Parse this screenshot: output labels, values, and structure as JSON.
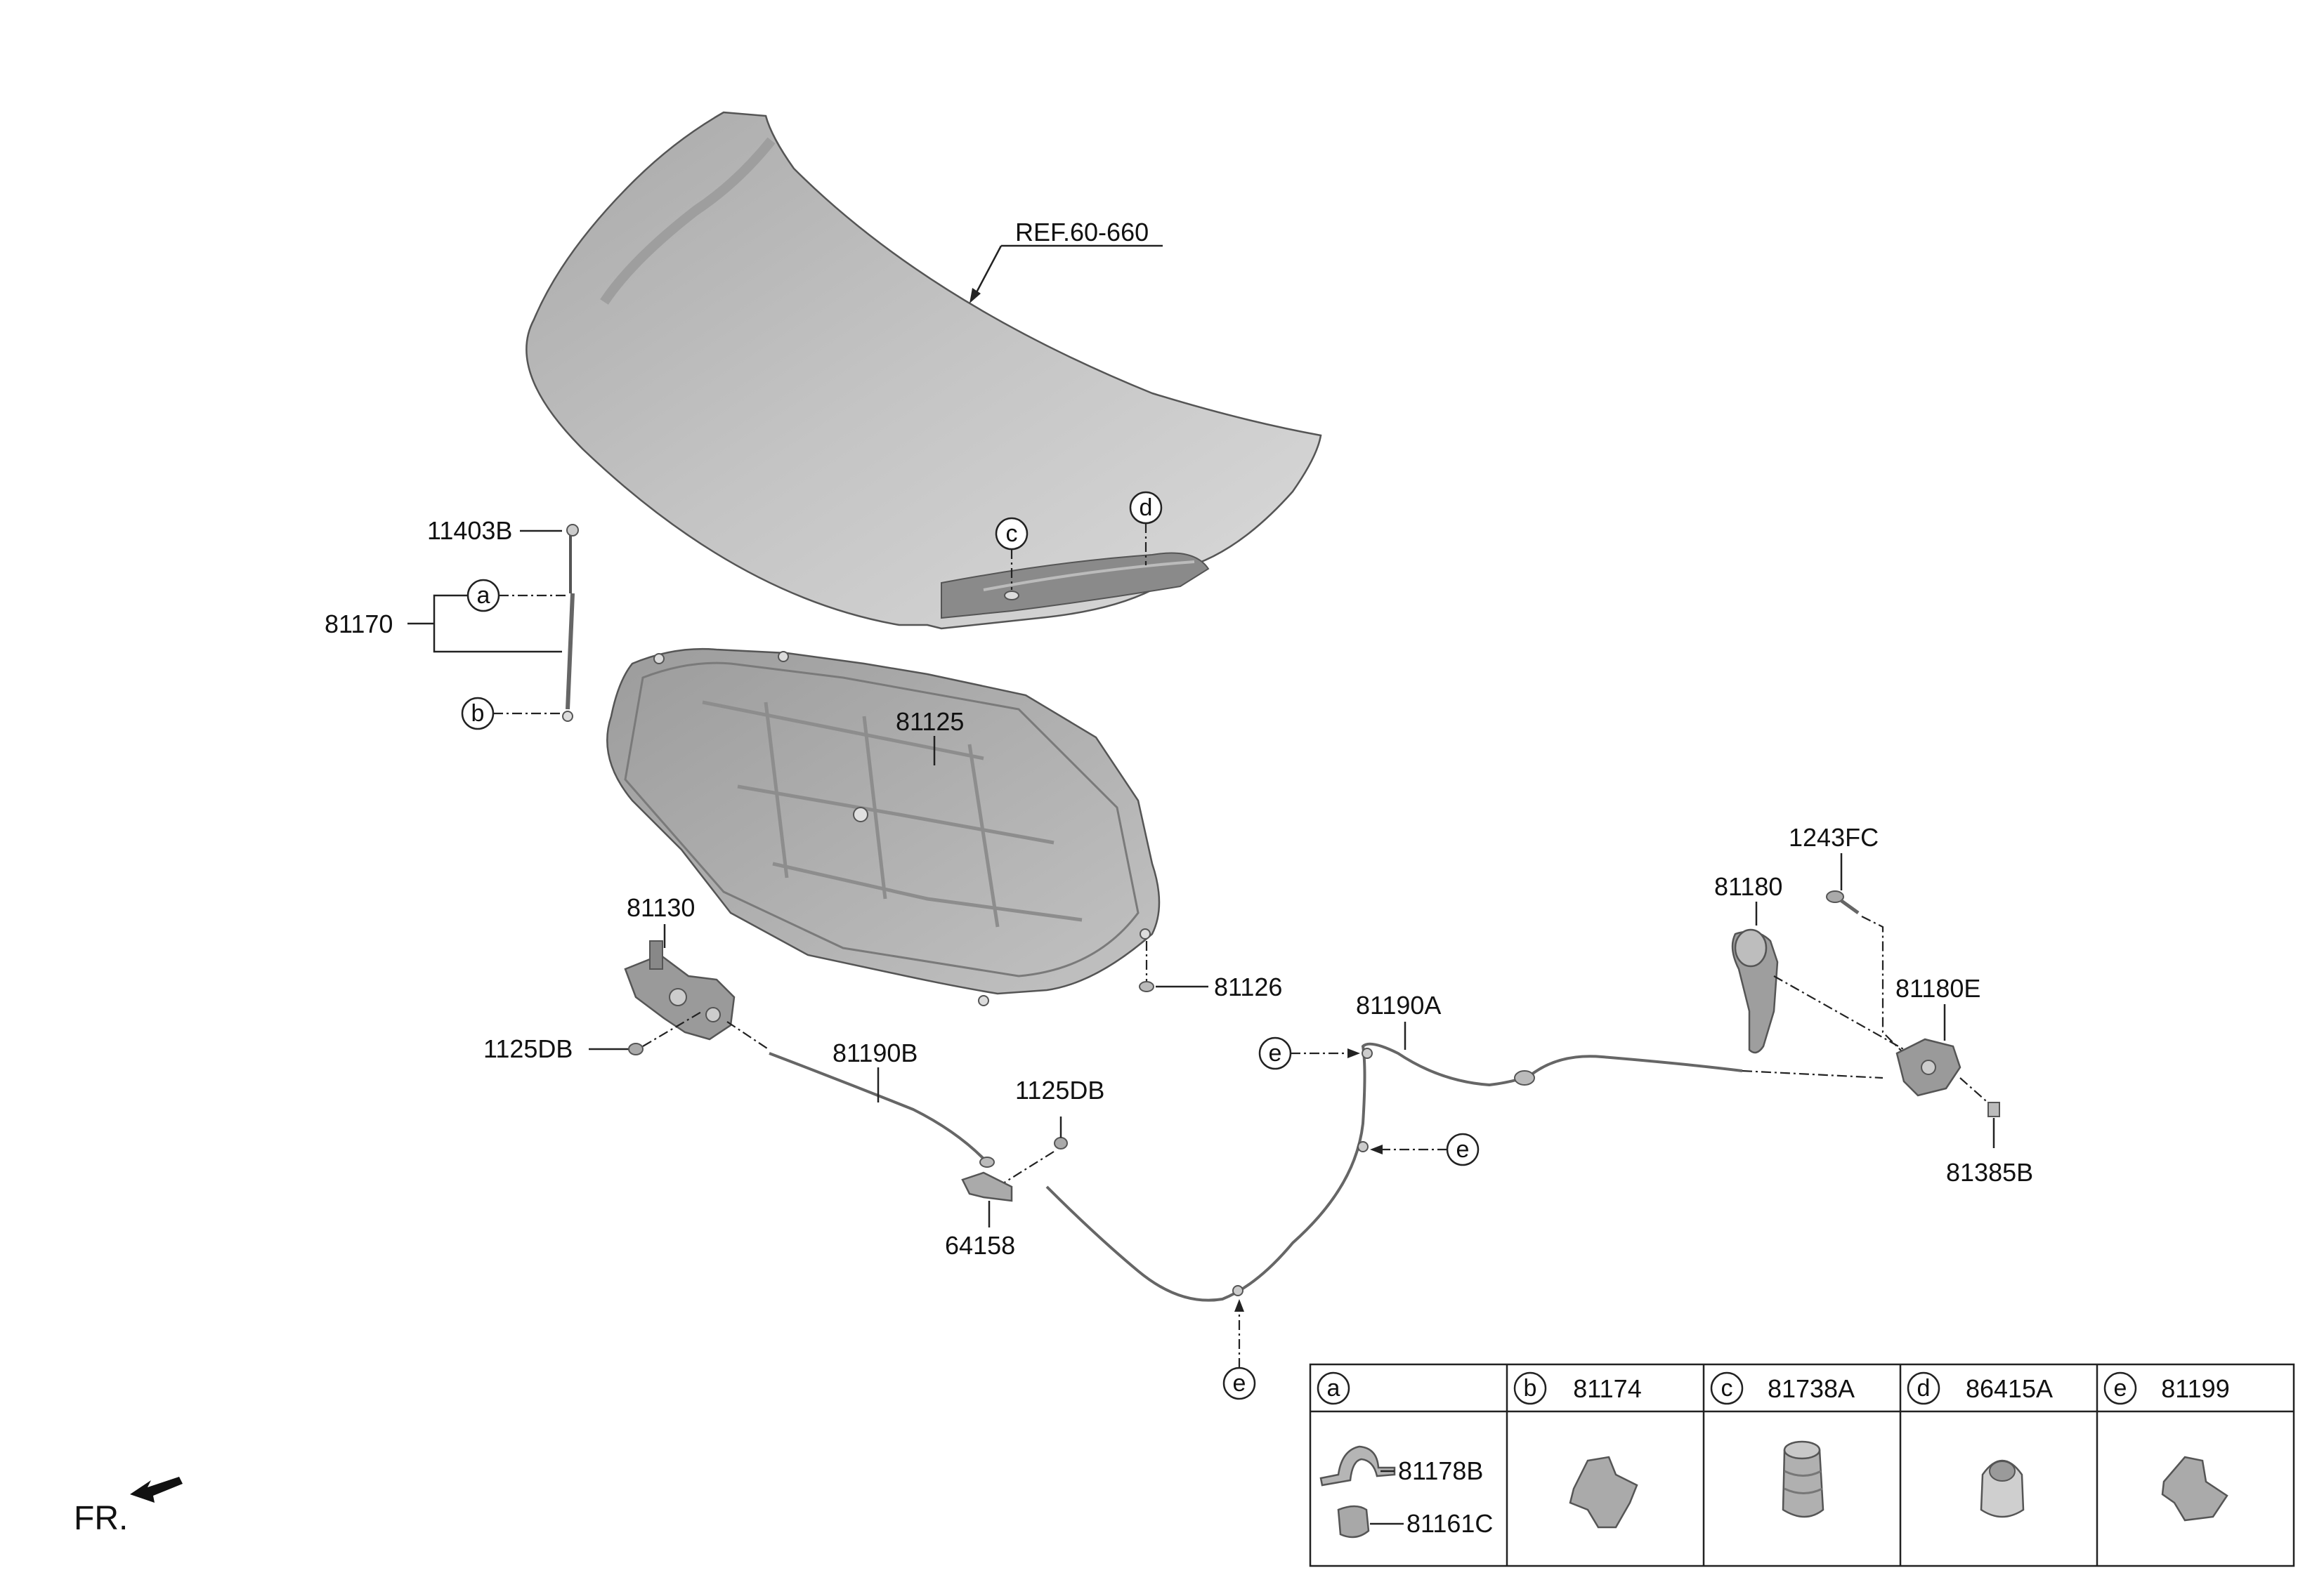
{
  "labels": {
    "ref": "REF.60-660",
    "p11403B": "11403B",
    "p81170": "81170",
    "p81125": "81125",
    "p81130": "81130",
    "p1125DB_left": "1125DB",
    "p81190B": "81190B",
    "p1125DB_right": "1125DB",
    "p64158": "64158",
    "p81126": "81126",
    "p81190A": "81190A",
    "p1243FC": "1243FC",
    "p81180": "81180",
    "p81180E": "81180E",
    "p81385B": "81385B",
    "fr": "FR."
  },
  "callouts": {
    "a": "a",
    "b": "b",
    "c": "c",
    "d": "d",
    "e": "e"
  },
  "legend": {
    "cells": [
      {
        "letter": "a",
        "part": ""
      },
      {
        "letter": "b",
        "part": "81174"
      },
      {
        "letter": "c",
        "part": "81738A"
      },
      {
        "letter": "d",
        "part": "86415A"
      },
      {
        "letter": "e",
        "part": "81199"
      }
    ],
    "a_parts": [
      "81178B",
      "81161C"
    ]
  },
  "colors": {
    "hood_fill": "#c7c7c7",
    "insulator_fill": "#b3b3b3",
    "line": "#222222"
  }
}
